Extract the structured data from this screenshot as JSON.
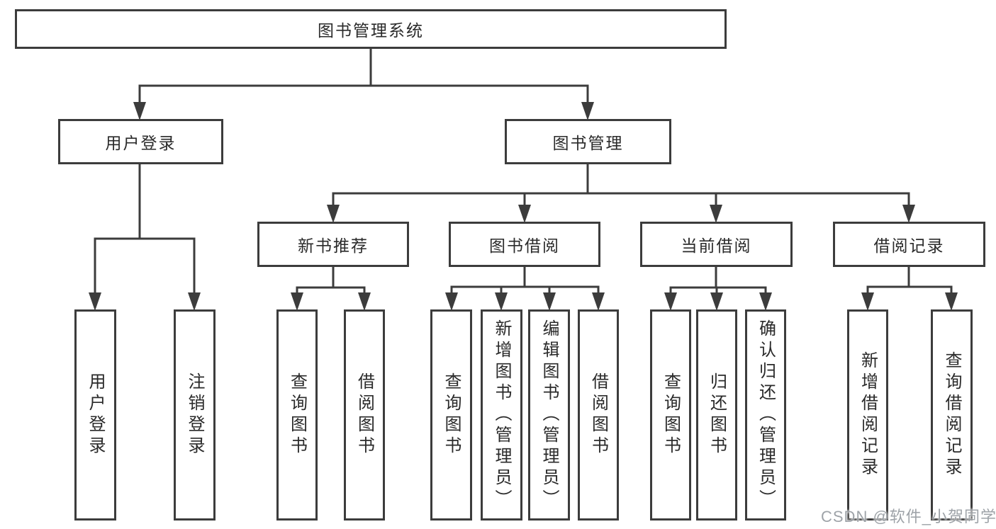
{
  "colors": {
    "background": "#ffffff",
    "box_border": "#3c3c3c",
    "connector": "#3c3c3c",
    "label_text": "#2a2a2a",
    "watermark_text": "#9aa0a6"
  },
  "watermark": {
    "text": "CSDN @软件_小贺同学"
  },
  "diagram": {
    "root": {
      "label": "图书管理系统"
    },
    "branches": [
      {
        "label": "用户登录",
        "children": [
          {
            "label": "用户登录"
          },
          {
            "label": "注销登录"
          }
        ]
      },
      {
        "label": "图书管理",
        "children": [
          {
            "label": "新书推荐",
            "children": [
              {
                "label": "查询图书"
              },
              {
                "label": "借阅图书"
              }
            ]
          },
          {
            "label": "图书借阅",
            "children": [
              {
                "label": "查询图书"
              },
              {
                "label": "新增图书（管理员）"
              },
              {
                "label": "编辑图书（管理员）"
              },
              {
                "label": "借阅图书"
              }
            ]
          },
          {
            "label": "当前借阅",
            "children": [
              {
                "label": "查询图书"
              },
              {
                "label": "归还图书"
              },
              {
                "label": "确认归还（管理员）"
              }
            ]
          },
          {
            "label": "借阅记录",
            "children": [
              {
                "label": "新增借阅记录"
              },
              {
                "label": "查询借阅记录"
              }
            ]
          }
        ]
      }
    ]
  }
}
